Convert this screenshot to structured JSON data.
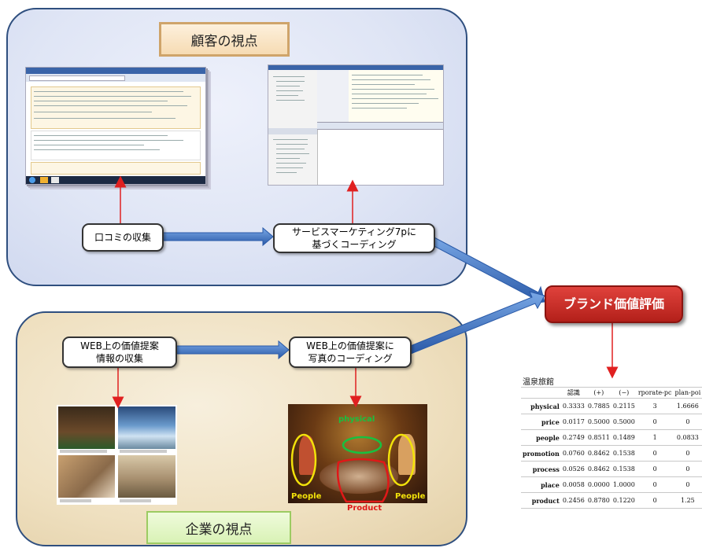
{
  "panels": {
    "customer_title": "顧客の視点",
    "company_title": "企業の視点"
  },
  "nodes": {
    "kuchikomi": "口コミの収集",
    "coding_7p_line1": "サービスマーケティング7pに",
    "coding_7p_line2": "基づくコーディング",
    "web_collect_line1": "WEB上の価値提案",
    "web_collect_line2": "情報の収集",
    "web_coding_line1": "WEB上の価値提案に",
    "web_coding_line2": "写真のコーディング",
    "brand": "ブランド価値評価"
  },
  "photo_annotations": {
    "physical": "physical",
    "people_left": "People",
    "people_right": "People",
    "product": "Product"
  },
  "table": {
    "caption": "温泉旅館",
    "headers": [
      "",
      "認識",
      "(+)",
      "(−)",
      "rporate-pc",
      "plan-poi"
    ],
    "rows": [
      {
        "label": "physical",
        "values": [
          "0.3333",
          "0.7885",
          "0.2115",
          "3",
          "1.6666"
        ]
      },
      {
        "label": "price",
        "values": [
          "0.0117",
          "0.5000",
          "0.5000",
          "0",
          "0"
        ]
      },
      {
        "label": "people",
        "values": [
          "0.2749",
          "0.8511",
          "0.1489",
          "1",
          "0.0833"
        ]
      },
      {
        "label": "promotion",
        "values": [
          "0.0760",
          "0.8462",
          "0.1538",
          "0",
          "0"
        ]
      },
      {
        "label": "process",
        "values": [
          "0.0526",
          "0.8462",
          "0.1538",
          "0",
          "0"
        ]
      },
      {
        "label": "place",
        "values": [
          "0.0058",
          "0.0000",
          "1.0000",
          "0",
          "0"
        ]
      },
      {
        "label": "product",
        "values": [
          "0.2456",
          "0.8780",
          "0.1220",
          "0",
          "1.25"
        ]
      }
    ]
  },
  "colors": {
    "arrow_blue": "#3b6fc0",
    "arrow_red": "#e02020",
    "brand_red": "#c0261f",
    "annotation_yellow": "#f2e20a",
    "annotation_green": "#18c040",
    "annotation_red": "#e01818"
  }
}
